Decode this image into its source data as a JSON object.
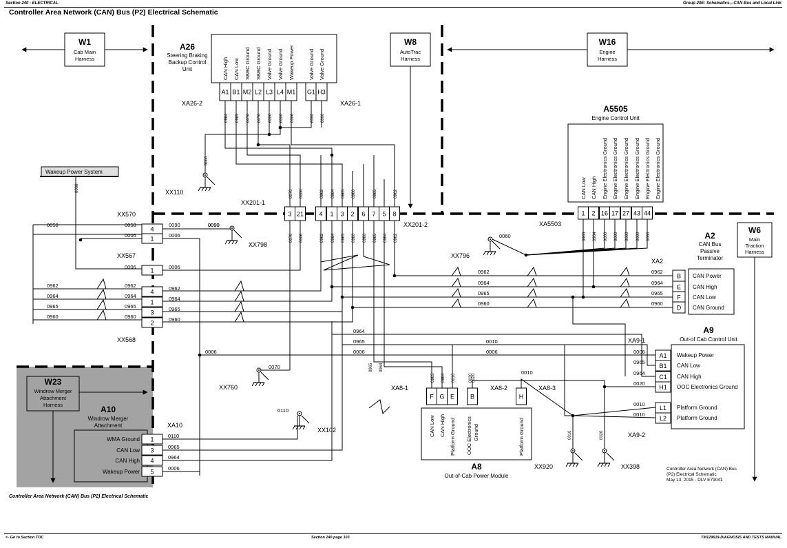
{
  "header": {
    "left": "Section 240 - ELECTRICAL",
    "right": "Group 20E: Schematics—CAN Bus and Local Link"
  },
  "title": "Controller Area Network (CAN) Bus (P2) Electrical Schematic",
  "figure_caption": "Controller Area Network (CAN) Bus (P2) Electrical Schematic",
  "stamp": {
    "line1": "Controller Area Network (CAN) Bus",
    "line2": "(P2) Electrical Schematic",
    "line3": "May 13, 2015  -  DLV E79041"
  },
  "footer": {
    "left": "<- Go to Section TOC",
    "center": "Section 240 page 103",
    "right": "TM129619-DIAGNOSIS AND TESTS MANUAL"
  },
  "harnesses": {
    "w1": {
      "id": "W1",
      "l1": "Cab Main",
      "l2": "Harness"
    },
    "w8": {
      "id": "W8",
      "l1": "AutoTrac",
      "l2": "Harness"
    },
    "w16": {
      "id": "W16",
      "l1": "Engine",
      "l2": "Harness"
    },
    "w6": {
      "id": "W6",
      "l1": "Main",
      "l2": "Traction",
      "l3": "Harness"
    },
    "w23": {
      "id": "W23",
      "l1": "Windrow Merger",
      "l2": "Attachment",
      "l3": "Harness"
    }
  },
  "wakeup_power_system": "Wakeup Power System",
  "a26": {
    "id": "A26",
    "l1": "Steering Braking",
    "l2": "Backup Control",
    "l3": "Unit",
    "functions": [
      "CAN High",
      "CAN Low",
      "SBBC Ground",
      "SBBC Ground",
      "Valve Ground",
      "Valve Ground",
      "Wakeup Power",
      "Valve Ground",
      "Valve Ground"
    ],
    "pins": [
      "A1",
      "B1",
      "M2",
      "L2",
      "L3",
      "L4",
      "M1",
      "G1",
      "H3"
    ],
    "wires": [
      "0964",
      "0965",
      "0070",
      "0070",
      "6000",
      "6000",
      "0006",
      "6000",
      "6000"
    ],
    "conn_left": "XA26-2",
    "conn_right": "XA26-1"
  },
  "a5505": {
    "id": "A5505",
    "name": "Engine Control Unit",
    "functions": [
      "CAN Low",
      "CAN High",
      "Engine Electronics Ground",
      "Engine Electronics Ground",
      "Engine Electronics Ground",
      "Engine Electronics Ground",
      "Engine Electronics Ground",
      "Engine Electronics Ground"
    ],
    "pins": [
      "1",
      "2",
      "16",
      "17",
      "27",
      "43",
      "44"
    ],
    "wires": [
      "0965",
      "0964",
      "0060",
      "0060",
      "0060",
      "0060",
      "0060"
    ],
    "conn": "XA5503"
  },
  "a2": {
    "id": "A2",
    "l1": "CAN Bus",
    "l2": "Passive",
    "l3": "Terminator",
    "conn": "XA2",
    "pins": [
      "B",
      "E",
      "F",
      "D"
    ],
    "functions": [
      "CAN Power",
      "CAN High",
      "CAN Low",
      "CAN Ground"
    ],
    "wires": [
      "0962",
      "0964",
      "0965",
      "0960"
    ]
  },
  "a9": {
    "id": "A9",
    "name": "Out-of Cab Control Unit",
    "conn1": "XA9-1",
    "conn2": "XA9-2",
    "pins": [
      "A1",
      "B1",
      "C1",
      "H1",
      "L1",
      "L2"
    ],
    "functions": [
      "Wakeup Power",
      "CAN Low",
      "CAN High",
      "OOC Electronics Ground",
      "Platform Ground",
      "Platform Ground"
    ],
    "wires": [
      "0006",
      "0965",
      "0964",
      "0020",
      "0010",
      "0010"
    ]
  },
  "a8": {
    "id": "A8",
    "name": "Out-of-Cab Power Module",
    "conn1": "XA8-1",
    "conn2": "XA8-2",
    "conn3": "XA8-3",
    "pins": [
      "F",
      "G",
      "E",
      "B",
      "H"
    ],
    "functions": [
      "CAN Low",
      "CAN High",
      "Platform Ground",
      "OOC Electronics Ground",
      "Platform Ground"
    ],
    "wires": [
      "0965",
      "0964",
      "0010",
      "0020",
      "0010"
    ]
  },
  "a10": {
    "id": "A10",
    "l1": "Windrow Merger",
    "l2": "Attachment",
    "conn": "XA10",
    "pins": [
      "1",
      "3",
      "4",
      "5"
    ],
    "functions": [
      "WMA Ground",
      "CAN Low",
      "CAN High",
      "Wakeup Power"
    ],
    "wires": [
      "0110",
      "0965",
      "0964",
      "0006"
    ]
  },
  "xx201": {
    "left": "XX201-1",
    "right": "XX201-2",
    "pins": [
      "3",
      "21",
      "4",
      "1",
      "3",
      "2",
      "6",
      "7",
      "5",
      "8"
    ],
    "upper_wires": [
      "0070",
      "0006",
      "0962",
      "0964",
      "0965",
      "0960",
      "0965",
      "0962"
    ],
    "lower_wires": [
      "0070",
      "0006",
      "0962",
      "0964",
      "0965",
      "0960",
      "0960",
      "0965",
      "0964",
      "0962"
    ]
  },
  "xx570": {
    "id": "XX570",
    "pins": [
      "4",
      "1"
    ],
    "left_wires": [
      "0050",
      "0006"
    ],
    "right_wires": [
      "0090",
      "0006"
    ],
    "outer_wire": "0050"
  },
  "xx567": {
    "id": "XX567",
    "pins": [
      "1"
    ],
    "wires": [
      "0006",
      "0006"
    ]
  },
  "xx568": {
    "id": "XX568",
    "pins": [
      "4",
      "1",
      "3",
      "2"
    ],
    "wires": [
      "0962",
      "0964",
      "0965",
      "0960"
    ]
  },
  "grounds": {
    "xx110": {
      "id": "XX110",
      "wire": "6000"
    },
    "xx798": {
      "id": "XX798",
      "wire": "0090"
    },
    "xx796": {
      "id": "XX796",
      "wire": "0060"
    },
    "xx760": {
      "id": "XX760",
      "wire": "0070"
    },
    "xx102": {
      "id": "XX102",
      "wire": "0110"
    },
    "xx920": {
      "id": "XX920",
      "wire": "0010"
    },
    "xx398": {
      "id": "XX398",
      "wire": "0020"
    }
  },
  "wire_labels": {
    "wup": "0006",
    "bus": [
      "0962",
      "0964",
      "0965",
      "0960"
    ],
    "a2run": [
      "0962",
      "0964",
      "0965",
      "0960"
    ],
    "mid": [
      "0964",
      "0965",
      "0006"
    ],
    "a8run": [
      "0010",
      "0006"
    ],
    "a8x": [
      "0965",
      "0964"
    ],
    "a8h": "0010",
    "a8b": "0020"
  }
}
